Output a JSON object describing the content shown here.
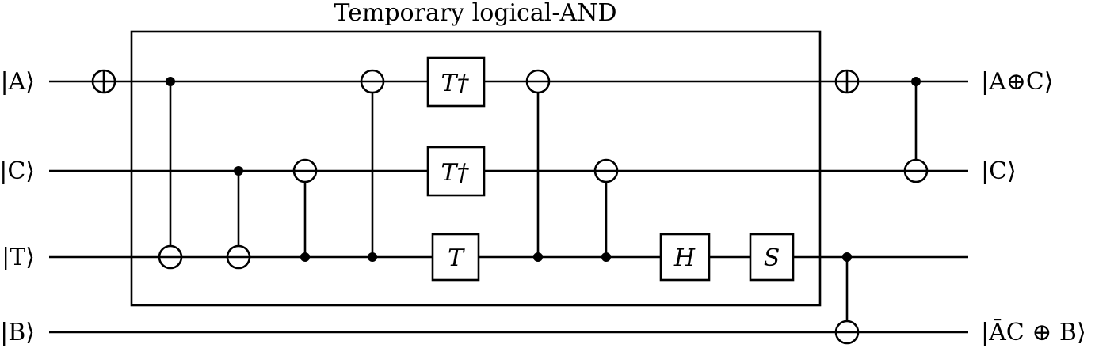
{
  "title": "Temporary logical-AND",
  "inputs": [
    "|A⟩",
    "|C⟩",
    "|T⟩",
    "|B⟩"
  ],
  "outputs": [
    "|A⊕C⟩",
    "|C⟩",
    "",
    "|ĀC ⊕ B⟩"
  ],
  "gates": {
    "t_dagger_a": "T†",
    "t_dagger_c": "T†",
    "t_t": "T",
    "h_t": "H",
    "s_t": "S"
  }
}
